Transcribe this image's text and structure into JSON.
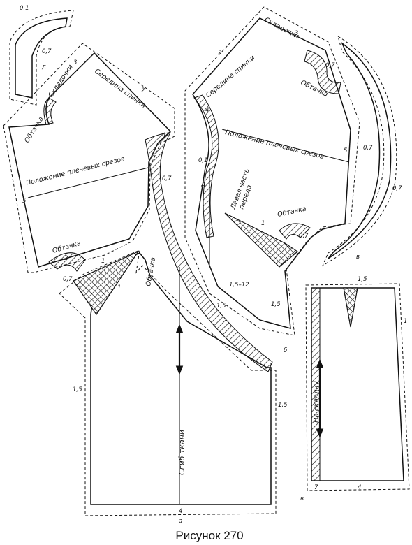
{
  "caption": "Рисунок 270",
  "pieces": {
    "a": {
      "letter": "а",
      "label": "Сгиб ткани",
      "nums": [
        "4",
        "1,5",
        "1,5",
        "1,5",
        "1",
        "1",
        "0,7"
      ]
    },
    "b": {
      "letter": "б",
      "label_line1": "Левая часть",
      "label_line2": "переда",
      "nums": [
        "1,5",
        "1,5–12",
        "0,7",
        "1"
      ]
    },
    "v": {
      "letter": "в",
      "label": "На складку",
      "nums": [
        "1,5",
        "1",
        "4",
        "7"
      ]
    },
    "g": {
      "letter": "в",
      "nums": [
        "0,7",
        "0,7"
      ]
    },
    "d": {
      "letter": "д",
      "nums": [
        "0,1",
        "0,7"
      ]
    },
    "back": {
      "middle_back": "Середина спинки",
      "pleats": "Складочки",
      "facing": "Обтачка",
      "shoulder": "Положение плечевых срезов",
      "nums": [
        "3",
        "2",
        "5",
        "4",
        "0,7"
      ]
    },
    "front": {
      "middle_back": "Середина спинки",
      "pleats": "Складочки",
      "facing": "Обтачка",
      "shoulder": "Положение плечевых срезов",
      "nums": [
        "2",
        "3",
        "5",
        "4",
        "0,1",
        "0,7",
        "0,7"
      ]
    },
    "lower_facing": {
      "label": "Обтачка",
      "nums": [
        "2",
        "0,7"
      ]
    },
    "band_facing": {
      "label": "Обтачка"
    },
    "front_facing": {
      "label": "Обтачка"
    },
    "upper_right_left": {
      "letter": "д",
      "nums": [
        "0,1"
      ]
    }
  }
}
